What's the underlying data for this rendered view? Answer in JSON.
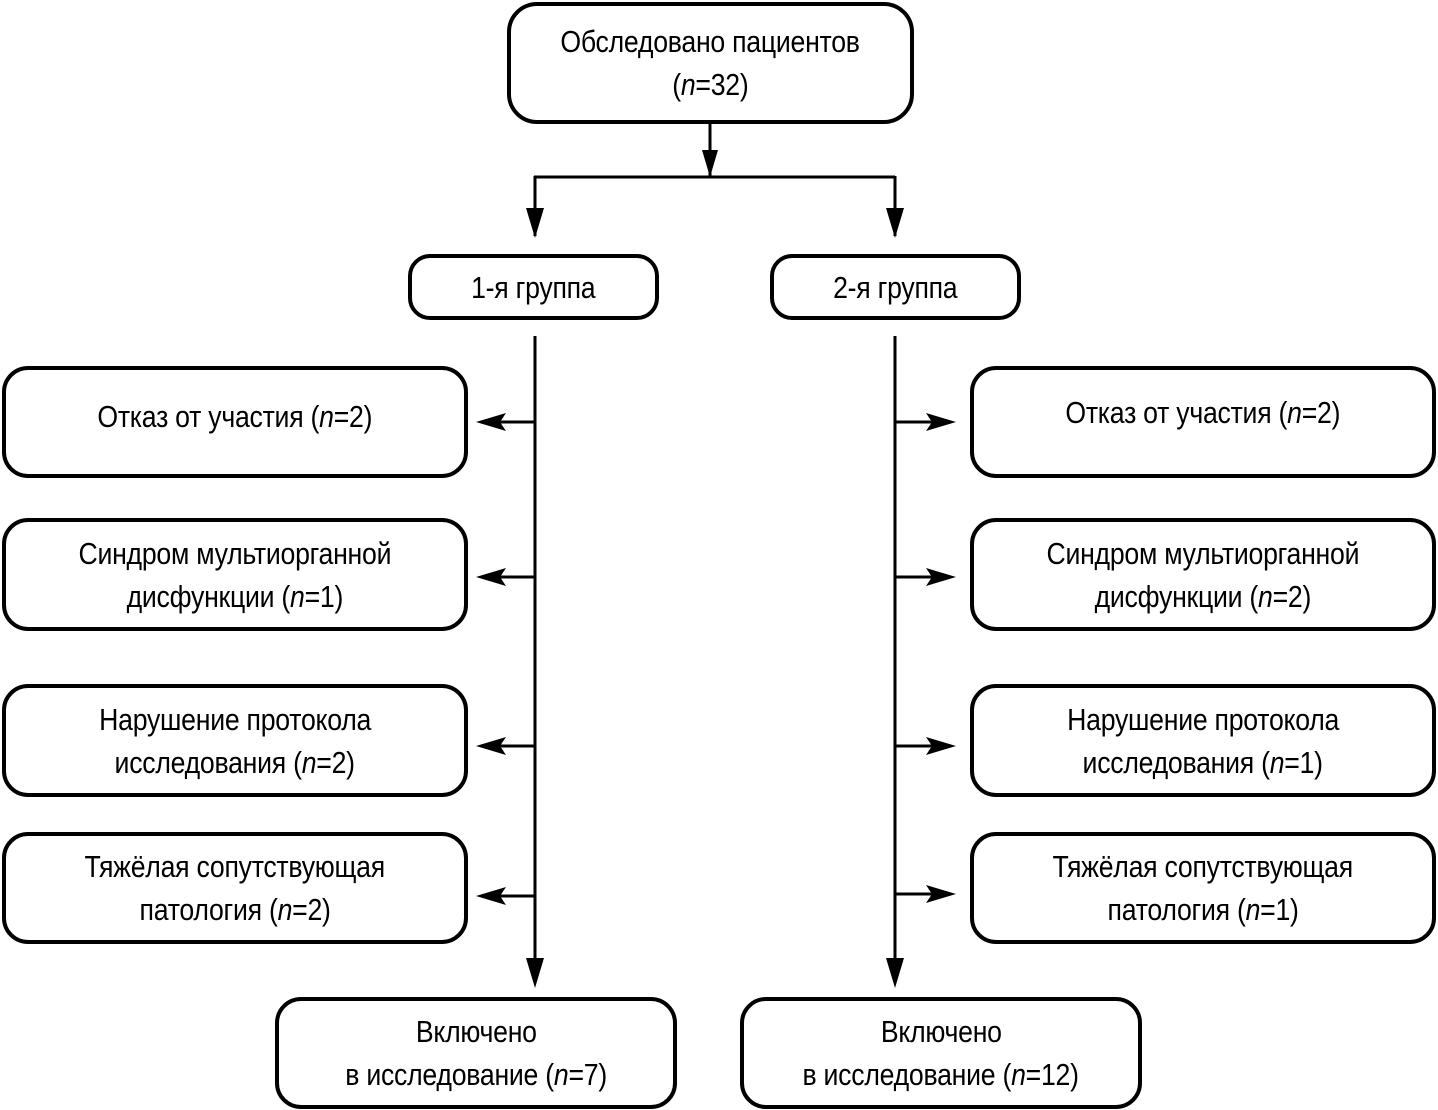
{
  "diagram": {
    "type": "flowchart",
    "root": {
      "title": "Обследовано пациентов",
      "count_prefix": "(",
      "n_label": "n",
      "count_suffix": "=32)"
    },
    "groups": [
      {
        "label": "1-я группа",
        "exclusions": [
          {
            "line1": "Отказ от участия (",
            "n_label": "n",
            "line1_suffix": "=2)",
            "line2": ""
          },
          {
            "line1": "Синдром мультиорганной",
            "line2": "дисфункции (",
            "n_label": "n",
            "line2_suffix": "=1)"
          },
          {
            "line1": "Нарушение протокола",
            "line2": "исследования (",
            "n_label": "n",
            "line2_suffix": "=2)"
          },
          {
            "line1": "Тяжёлая сопутствующая",
            "line2": "патология (",
            "n_label": "n",
            "line2_suffix": "=2)"
          }
        ],
        "included": {
          "line1": "Включено",
          "line2": "в исследование (",
          "n_label": "n",
          "line2_suffix": "=7)"
        }
      },
      {
        "label": "2-я группа",
        "exclusions": [
          {
            "line1": "Отказ от участия (",
            "n_label": "n",
            "line1_suffix": "=2)",
            "line2": ""
          },
          {
            "line1": "Синдром мультиорганной",
            "line2": "дисфункции (",
            "n_label": "n",
            "line2_suffix": "=2)"
          },
          {
            "line1": "Нарушение протокола",
            "line2": "исследования (",
            "n_label": "n",
            "line2_suffix": "=1)"
          },
          {
            "line1": "Тяжёлая сопутствующая",
            "line2": "патология (",
            "n_label": "n",
            "line2_suffix": "=1)"
          }
        ],
        "included": {
          "line1": "Включено",
          "line2": "в исследование (",
          "n_label": "n",
          "line2_suffix": "=12)"
        }
      }
    ],
    "colors": {
      "stroke": "#000000",
      "background": "#ffffff",
      "text": "#000000"
    }
  }
}
